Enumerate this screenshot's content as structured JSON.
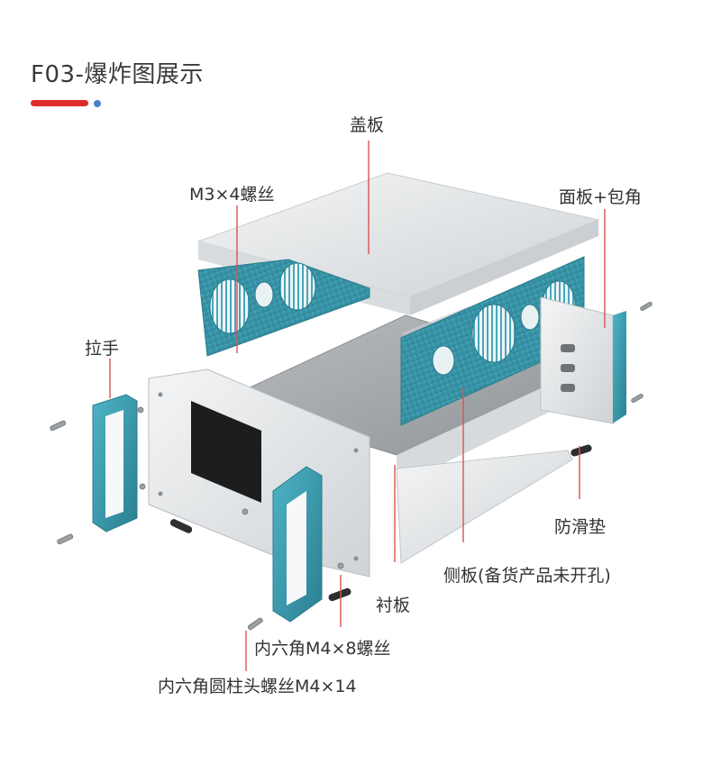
{
  "header": {
    "title": "F03-爆炸图展示",
    "accent_color": "#e02b2b",
    "dot_color": "#4a7fc8"
  },
  "labels": {
    "cover": "盖板",
    "screws_m3": "M3×4螺丝",
    "front_panel": "面板+包角",
    "handle": "拉手",
    "anti_slip_pad": "防滑垫",
    "side_panel": "侧板(备货产品未开孔)",
    "liner": "衬板",
    "hex_m4x8": "内六角M4×8螺丝",
    "hex_m4x14": "内六角圆柱头螺丝M4×14"
  },
  "colors": {
    "teal": "#3d9fb3",
    "teal_dark": "#2a7b8c",
    "silver": "#e6e8ea",
    "leader_line": "#d9534f"
  }
}
